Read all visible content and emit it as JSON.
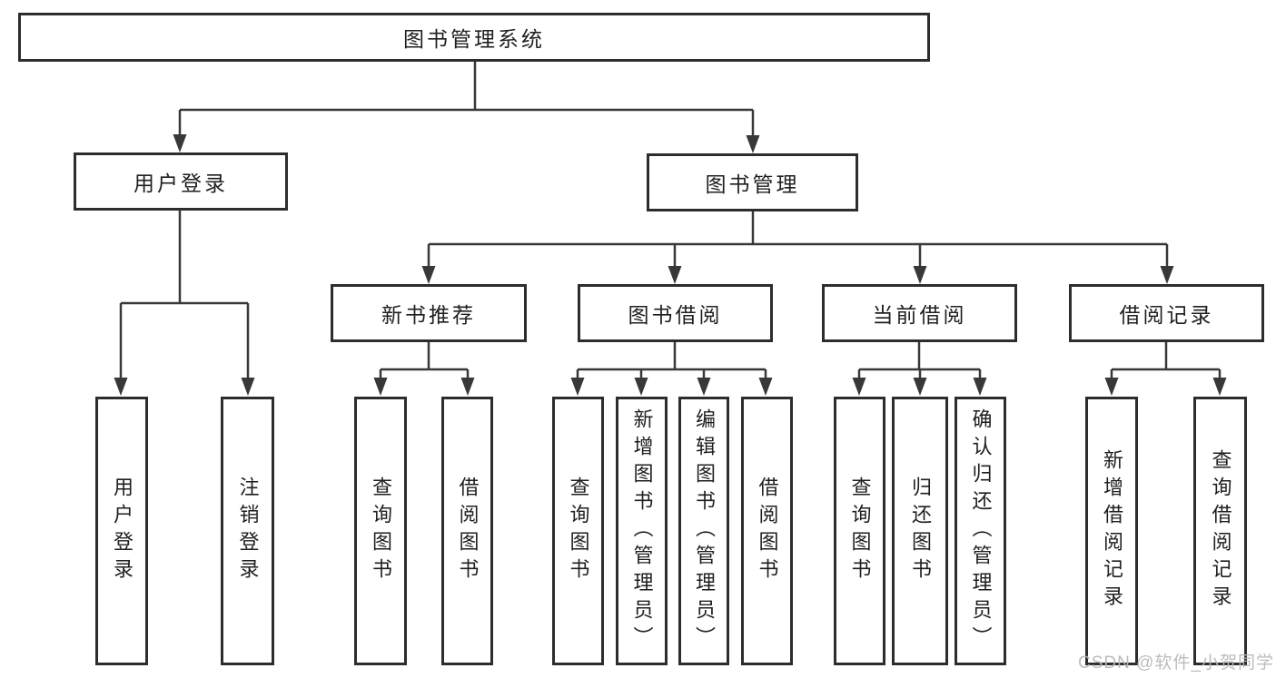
{
  "diagram": {
    "root": {
      "label": "图书管理系统"
    },
    "level2": {
      "user_login": {
        "label": "用户登录"
      },
      "book_mgmt": {
        "label": "图书管理"
      }
    },
    "level3": {
      "new_book_rec": {
        "label": "新书推荐"
      },
      "book_borrow": {
        "label": "图书借阅"
      },
      "current_borrow": {
        "label": "当前借阅"
      },
      "borrow_record": {
        "label": "借阅记录"
      }
    },
    "leaves": {
      "user_login": {
        "label": "用户登录"
      },
      "logout": {
        "label": "注销登录"
      },
      "query_book_rec": {
        "label": "查询图书"
      },
      "borrow_book_rec": {
        "label": "借阅图书"
      },
      "query_book_borrow": {
        "label": "查询图书"
      },
      "add_book_admin": {
        "label": "新增图书（管理员）"
      },
      "edit_book_admin": {
        "label": "编辑图书（管理员）"
      },
      "borrow_book_borrow": {
        "label": "借阅图书"
      },
      "query_book_current": {
        "label": "查询图书"
      },
      "return_book": {
        "label": "归还图书"
      },
      "confirm_return_admin": {
        "label": "确认归还（管理员）"
      },
      "add_borrow_record": {
        "label": "新增借阅记录"
      },
      "query_borrow_record": {
        "label": "查询借阅记录"
      }
    }
  },
  "watermark": {
    "text": "CSDN @软件_小贺同学"
  },
  "colors": {
    "line": "#383838",
    "box_border": "#2d2d2d",
    "text": "#1f1f1f",
    "watermark": "#b9b9b9",
    "background": "#ffffff"
  }
}
